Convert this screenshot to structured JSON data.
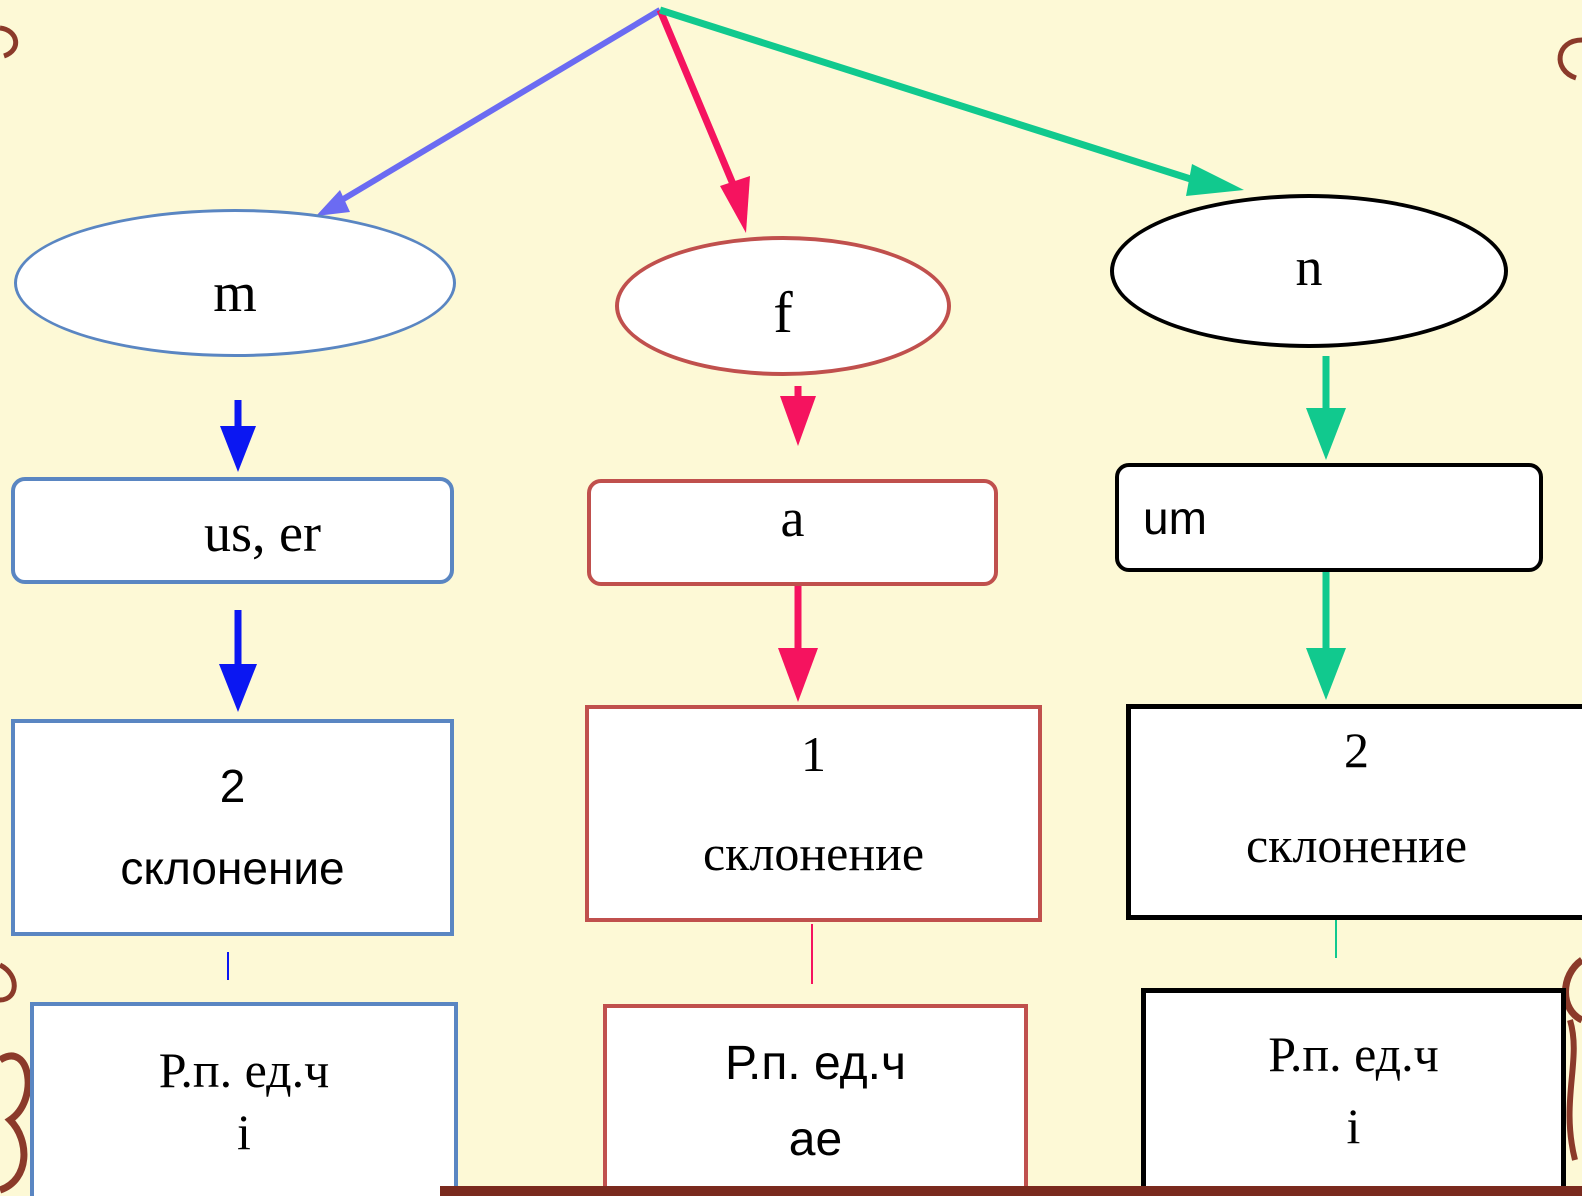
{
  "colors": {
    "background": "#fdf9d6",
    "masculine": "#5a86c2",
    "feminine": "#c0504d",
    "neuter": "#000000",
    "arrow_masculine_top": "#6b6bf2",
    "arrow_masculine": "#0b17f2",
    "arrow_feminine": "#f5135f",
    "arrow_neuter": "#11c98e",
    "ornament": "#8b3a2a"
  },
  "columns": {
    "masculine": {
      "gender": "m",
      "ending": "us, er",
      "declension_number": "2",
      "declension_word": "склонение",
      "case_label": "Р.п. ед.ч",
      "case_ending": "i"
    },
    "feminine": {
      "gender": "f",
      "ending": "a",
      "declension_number": "1",
      "declension_word": "склонение",
      "case_label": "Р.п. ед.ч",
      "case_ending": "ae"
    },
    "neuter": {
      "gender": "n",
      "ending": "um",
      "declension_number": "2",
      "declension_word": "склонение",
      "case_label": "Р.п. ед.ч",
      "case_ending": "i"
    }
  }
}
